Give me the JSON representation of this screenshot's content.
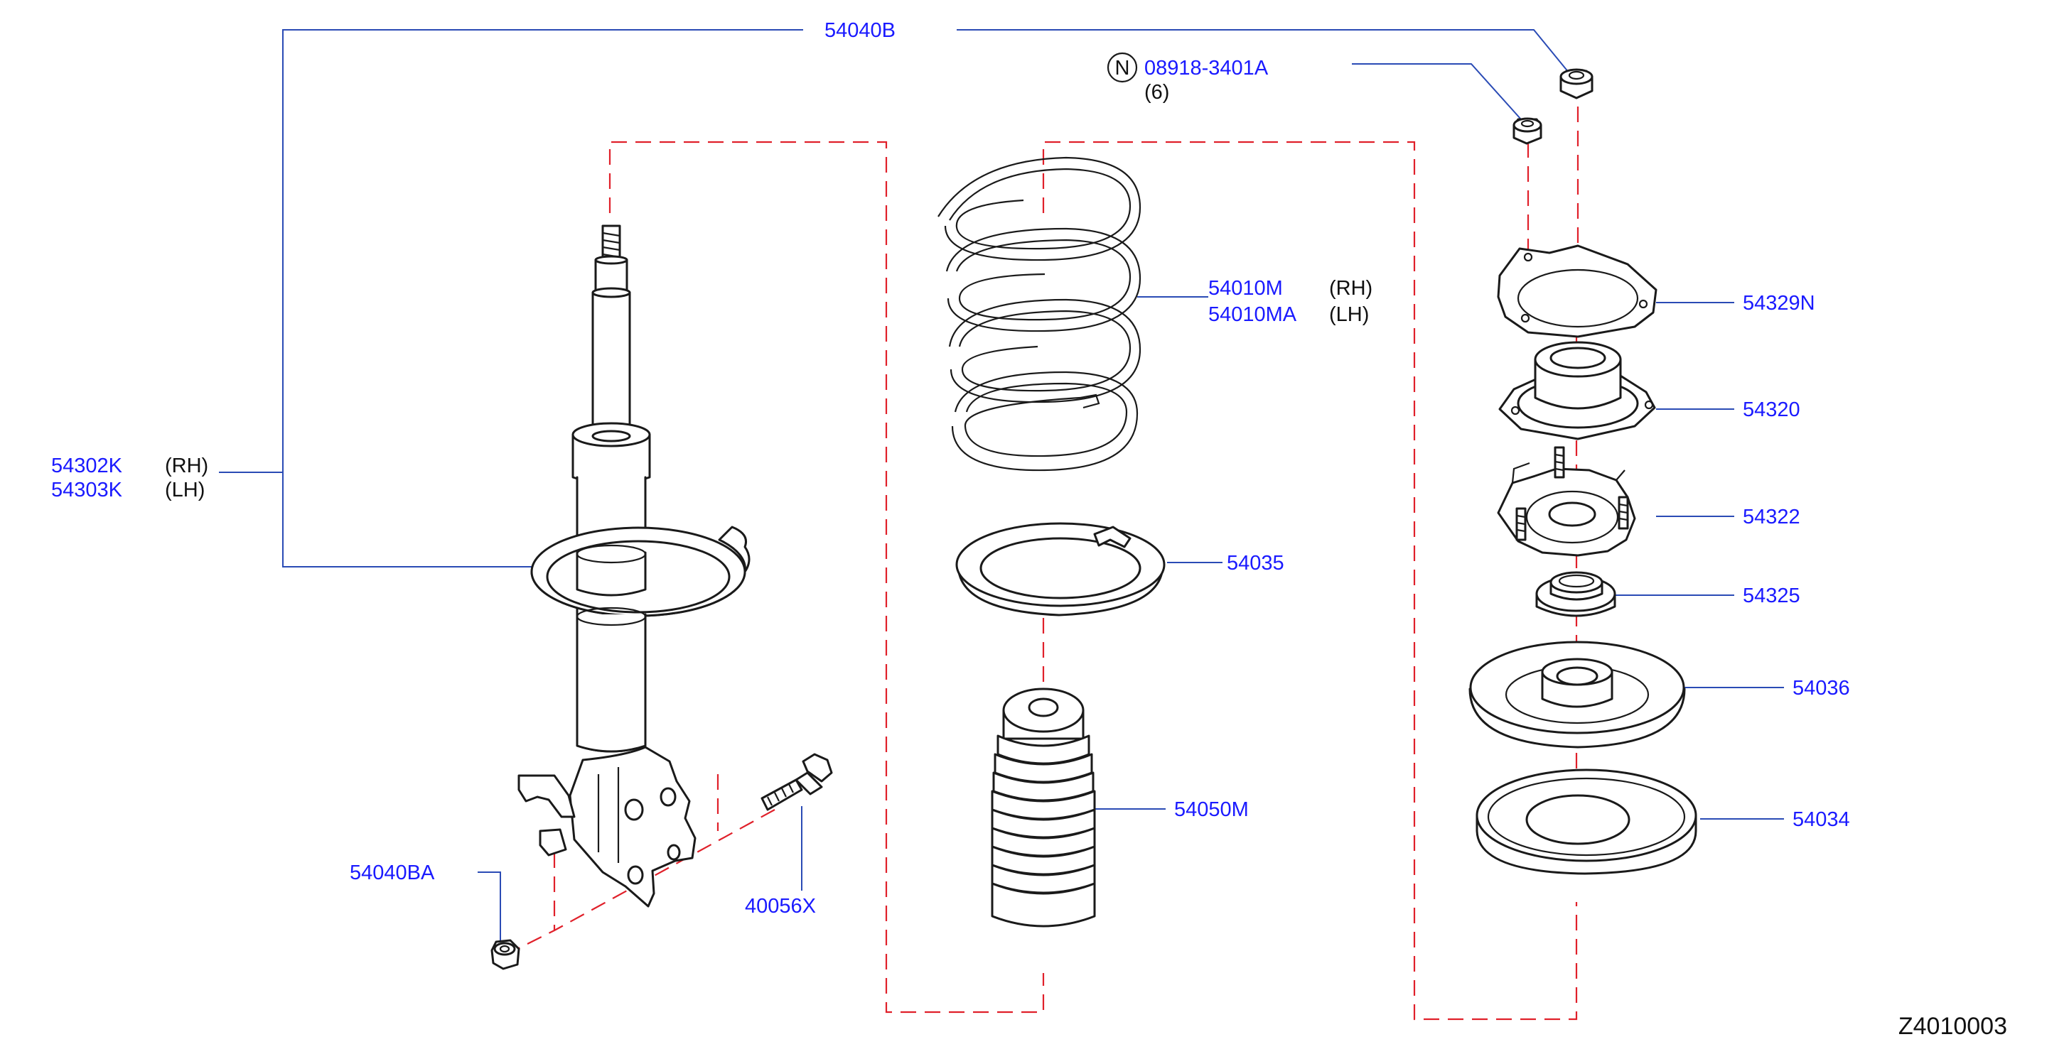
{
  "colors": {
    "label": "#1a1aff",
    "leader": "#2a4bb5",
    "dash": "#e0202a",
    "ink": "#1a1a1a"
  },
  "labels": {
    "p54040B": "54040B",
    "p08918": "08918-3401A",
    "p08918_qty": "(6)",
    "n_badge": "N",
    "p54010M": "54010M",
    "p54010M_side": "(RH)",
    "p54010MA": "54010MA",
    "p54010MA_side": "(LH)",
    "p54329N": "54329N",
    "p54320": "54320",
    "p54322": "54322",
    "p54325": "54325",
    "p54036": "54036",
    "p54034": "54034",
    "p54035": "54035",
    "p54050M": "54050M",
    "p54302K": "54302K",
    "p54302K_side": "(RH)",
    "p54303K": "54303K",
    "p54303K_side": "(LH)",
    "p54040BA": "54040BA",
    "p40056X": "40056X"
  },
  "diagram_code": "Z4010003"
}
